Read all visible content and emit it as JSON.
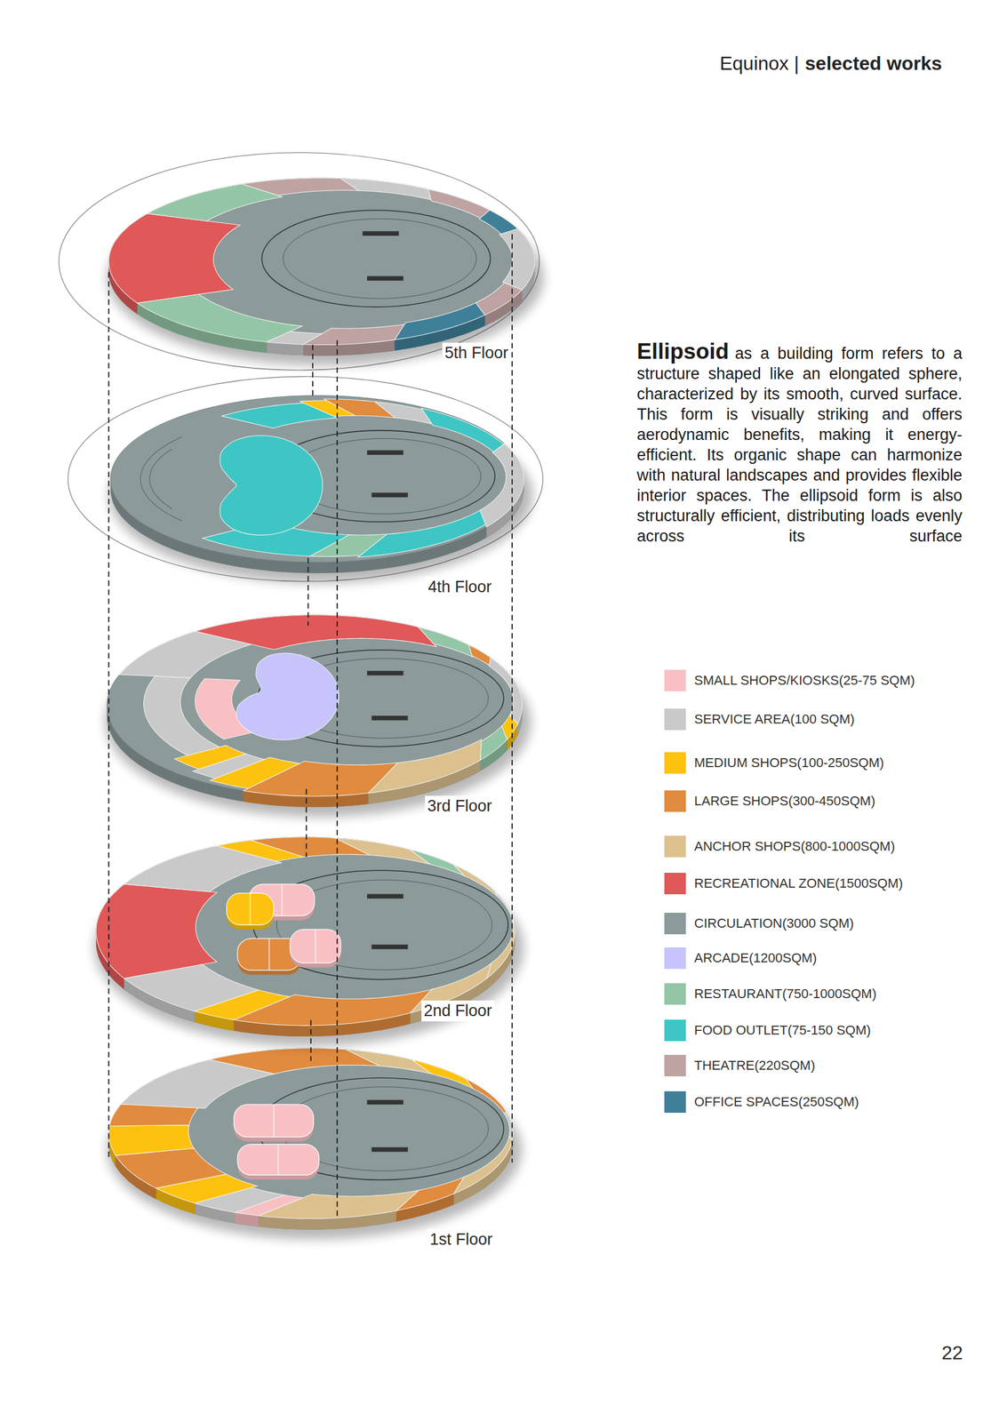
{
  "diagram": {
    "labels": [
      "Equinox |",
      "selected works",
      "5th Floor",
      "4th Floor",
      "3rd Floor",
      "2nd Floor",
      "1st Floor",
      "Ellipsoid",
      "as a building form refers to a structure shaped like an elongated sphere, characterized by its smooth, curved surface. This form is visually striking and offers aerodynamic benefits, making it energy-efficient. Its organic shape can harmonize with natural landscapes and provides flexible interior spaces. The ellipsoid form is also structurally efficient, distributing loads evenly across its surface",
      "22"
    ],
    "legend": [
      {
        "text": "SMALL SHOPS/KIOSKS(25-75 SQM)",
        "color": "#f9c0c4"
      },
      {
        "text": "SERVICE AREA(100 SQM)",
        "color": "#c9c9c9"
      },
      {
        "text": "MEDIUM SHOPS(100-250SQM)",
        "color": "#fdc210"
      },
      {
        "text": "LARGE SHOPS(300-450SQM)",
        "color": "#e08b3e"
      },
      {
        "text": "ANCHOR SHOPS(800-1000SQM)",
        "color": "#dcc18f"
      },
      {
        "text": "RECREATIONAL ZONE(1500SQM)",
        "color": "#e05858"
      },
      {
        "text": "CIRCULATION(3000 SQM)",
        "color": "#8c9a9a"
      },
      {
        "text": "ARCADE(1200SQM)",
        "color": "#c6c4fa"
      },
      {
        "text": "RESTAURANT(750-1000SQM)",
        "color": "#93c6a6"
      },
      {
        "text": "FOOD OUTLET(75-150 SQM)",
        "color": "#3ec6c4"
      },
      {
        "text": "THEATRE(220SQM)",
        "color": "#bfa2a2"
      },
      {
        "text": "OFFICE SPACES(250SQM)",
        "color": "#3f8098"
      }
    ]
  }
}
